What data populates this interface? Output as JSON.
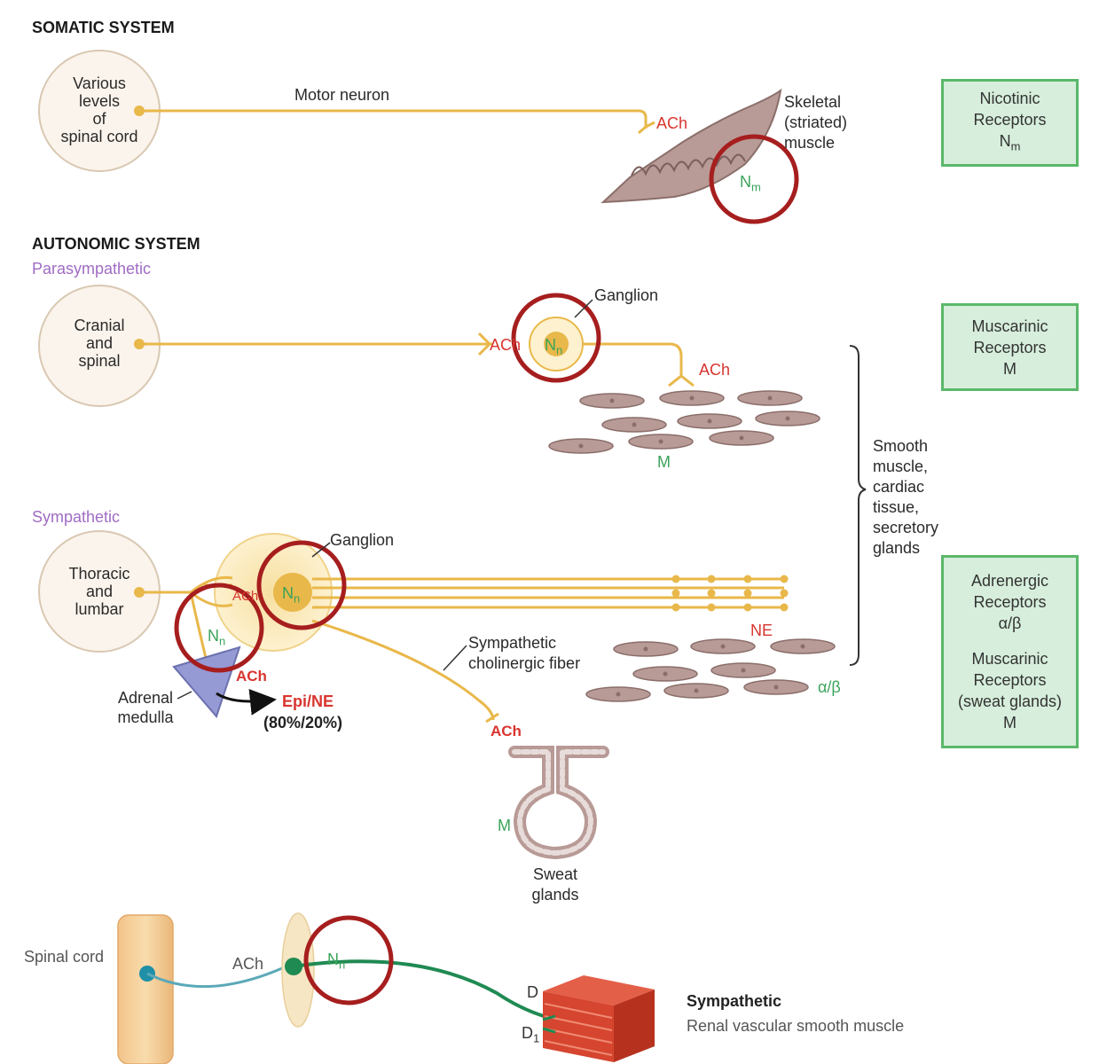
{
  "somatic": {
    "heading": "SOMATIC SYSTEM",
    "origin": [
      "Various",
      "levels",
      "of",
      "spinal cord"
    ],
    "neuron_label": "Motor neuron",
    "transmitter": "ACh",
    "target": [
      "Skeletal",
      "(striated)",
      "muscle"
    ],
    "receptor": "N",
    "receptor_sub": "m"
  },
  "autonomic": {
    "heading": "AUTONOMIC SYSTEM",
    "parasympathetic": {
      "label": "Parasympathetic",
      "origin": [
        "Cranial",
        "and",
        "spinal"
      ],
      "ganglion_label": "Ganglion",
      "pre_transmitter": "ACh",
      "ganglion_receptor": "N",
      "ganglion_receptor_sub": "n",
      "post_transmitter": "ACh",
      "tissue_receptor": "M"
    },
    "sympathetic": {
      "label": "Sympathetic",
      "origin": [
        "Thoracic",
        "and",
        "lumbar"
      ],
      "ganglion_label": "Ganglion",
      "pre_transmitter": "ACh",
      "ganglion_receptor": "N",
      "ganglion_receptor_sub": "n",
      "adrenal_receptor": "N",
      "adrenal_receptor_sub": "n",
      "adrenal_transmitter": "ACh",
      "adrenal_label": [
        "Adrenal",
        "medulla"
      ],
      "adrenal_output": "Epi/NE",
      "adrenal_ratio": "(80%/20%)",
      "post_transmitter": "NE",
      "tissue_receptor": "α/β",
      "cholinergic_label": [
        "Sympathetic",
        "cholinergic fiber"
      ],
      "cholinergic_transmitter": "ACh",
      "sweat_receptor": "M",
      "sweat_label": [
        "Sweat",
        "glands"
      ]
    },
    "effectors": [
      "Smooth",
      "muscle,",
      "cardiac",
      "tissue,",
      "secretory",
      "glands"
    ]
  },
  "receptor_boxes": {
    "nicotinic": [
      "Nicotinic",
      "Receptors",
      "N"
    ],
    "nicotinic_sub": "m",
    "muscarinic": [
      "Muscarinic",
      "Receptors",
      "M"
    ],
    "adrenergic": [
      "Adrenergic",
      "Receptors",
      "α/β",
      "Muscarinic",
      "Receptors",
      "(sweat glands)",
      "M"
    ]
  },
  "renal": {
    "spinal_cord": "Spinal cord",
    "transmitter": "ACh",
    "receptor": "N",
    "receptor_sub": "n",
    "d1": "D",
    "d1_sub": "1",
    "d2": "D",
    "title": "Sympathetic",
    "subtitle": "Renal vascular smooth muscle"
  },
  "colors": {
    "nerve": "#e9b84a",
    "highlight_circle": "#a61e1e",
    "receptor_box_fill": "#d6eedb",
    "receptor_box_border": "#5bb86a",
    "cell": "#b89a96",
    "renal_fiber": "#1f8a52"
  }
}
